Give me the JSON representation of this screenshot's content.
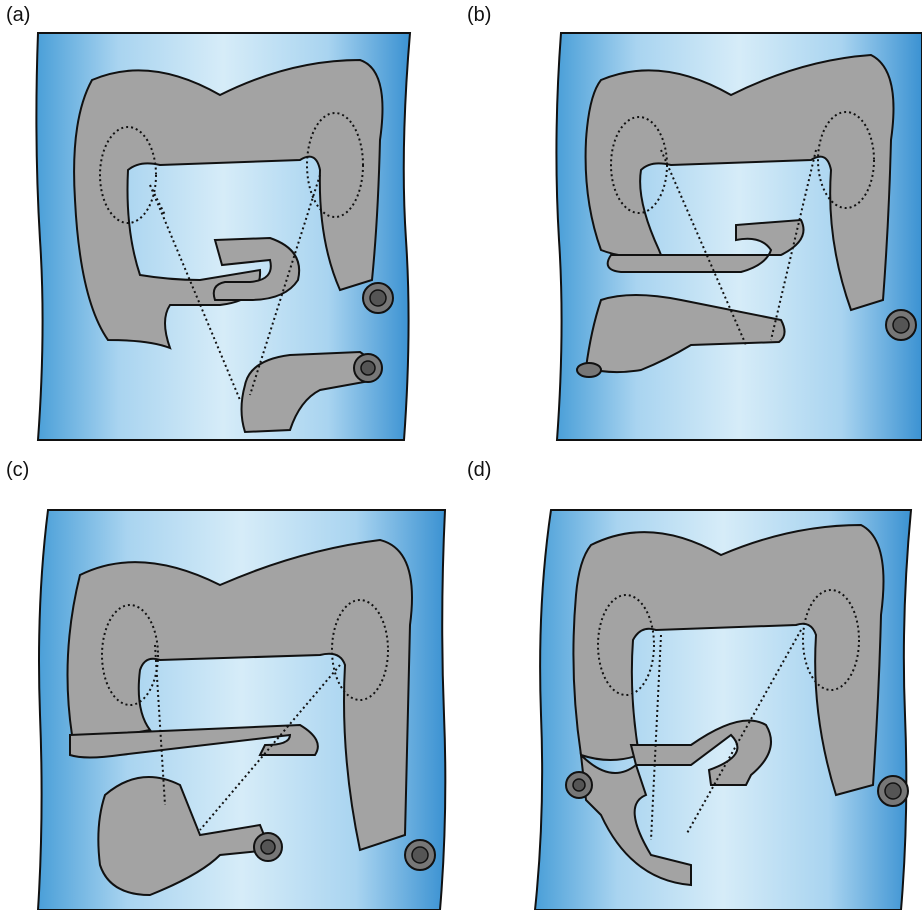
{
  "figure": {
    "panels": [
      {
        "label": "(a)"
      },
      {
        "label": "(b)"
      },
      {
        "label": "(c)"
      },
      {
        "label": "(d)"
      }
    ]
  },
  "colors": {
    "background_edge": "#4a9fd8",
    "background_center": "#d6ecf8",
    "bowel_fill": "#a3a3a3",
    "outline": "#111111"
  }
}
